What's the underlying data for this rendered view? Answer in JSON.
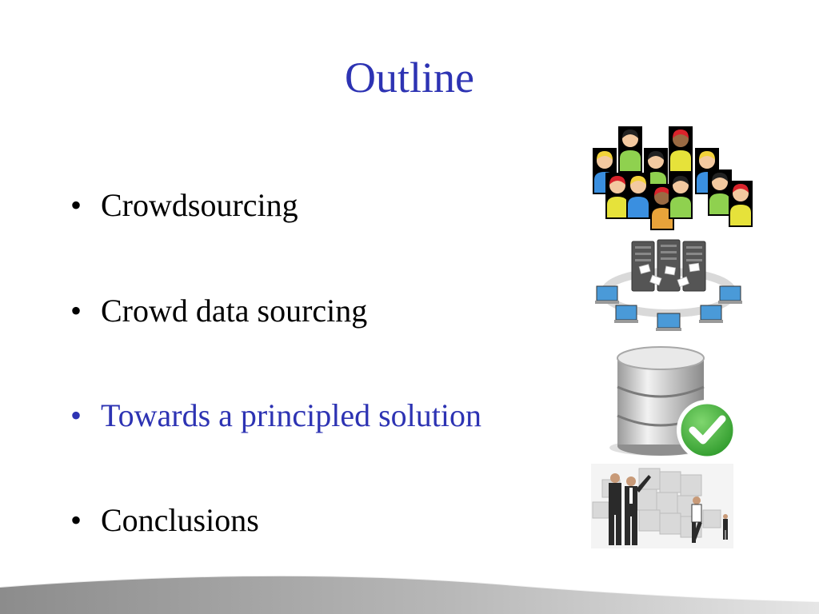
{
  "slide": {
    "title": "Outline",
    "bullets": [
      {
        "text": "Crowdsourcing",
        "highlighted": false
      },
      {
        "text": "Crowd data sourcing",
        "highlighted": false
      },
      {
        "text": "Towards a principled solution",
        "highlighted": true
      },
      {
        "text": "Conclusions",
        "highlighted": false
      }
    ],
    "bullet_glyph": "•",
    "images": [
      {
        "icon": "crowd-people-icon"
      },
      {
        "icon": "server-network-icon"
      },
      {
        "icon": "database-check-icon"
      },
      {
        "icon": "business-puzzle-icon"
      }
    ]
  },
  "colors": {
    "title": "#2d33b3",
    "highlight": "#2d33b3",
    "text": "#000000",
    "check_green": "#3aaa35"
  }
}
